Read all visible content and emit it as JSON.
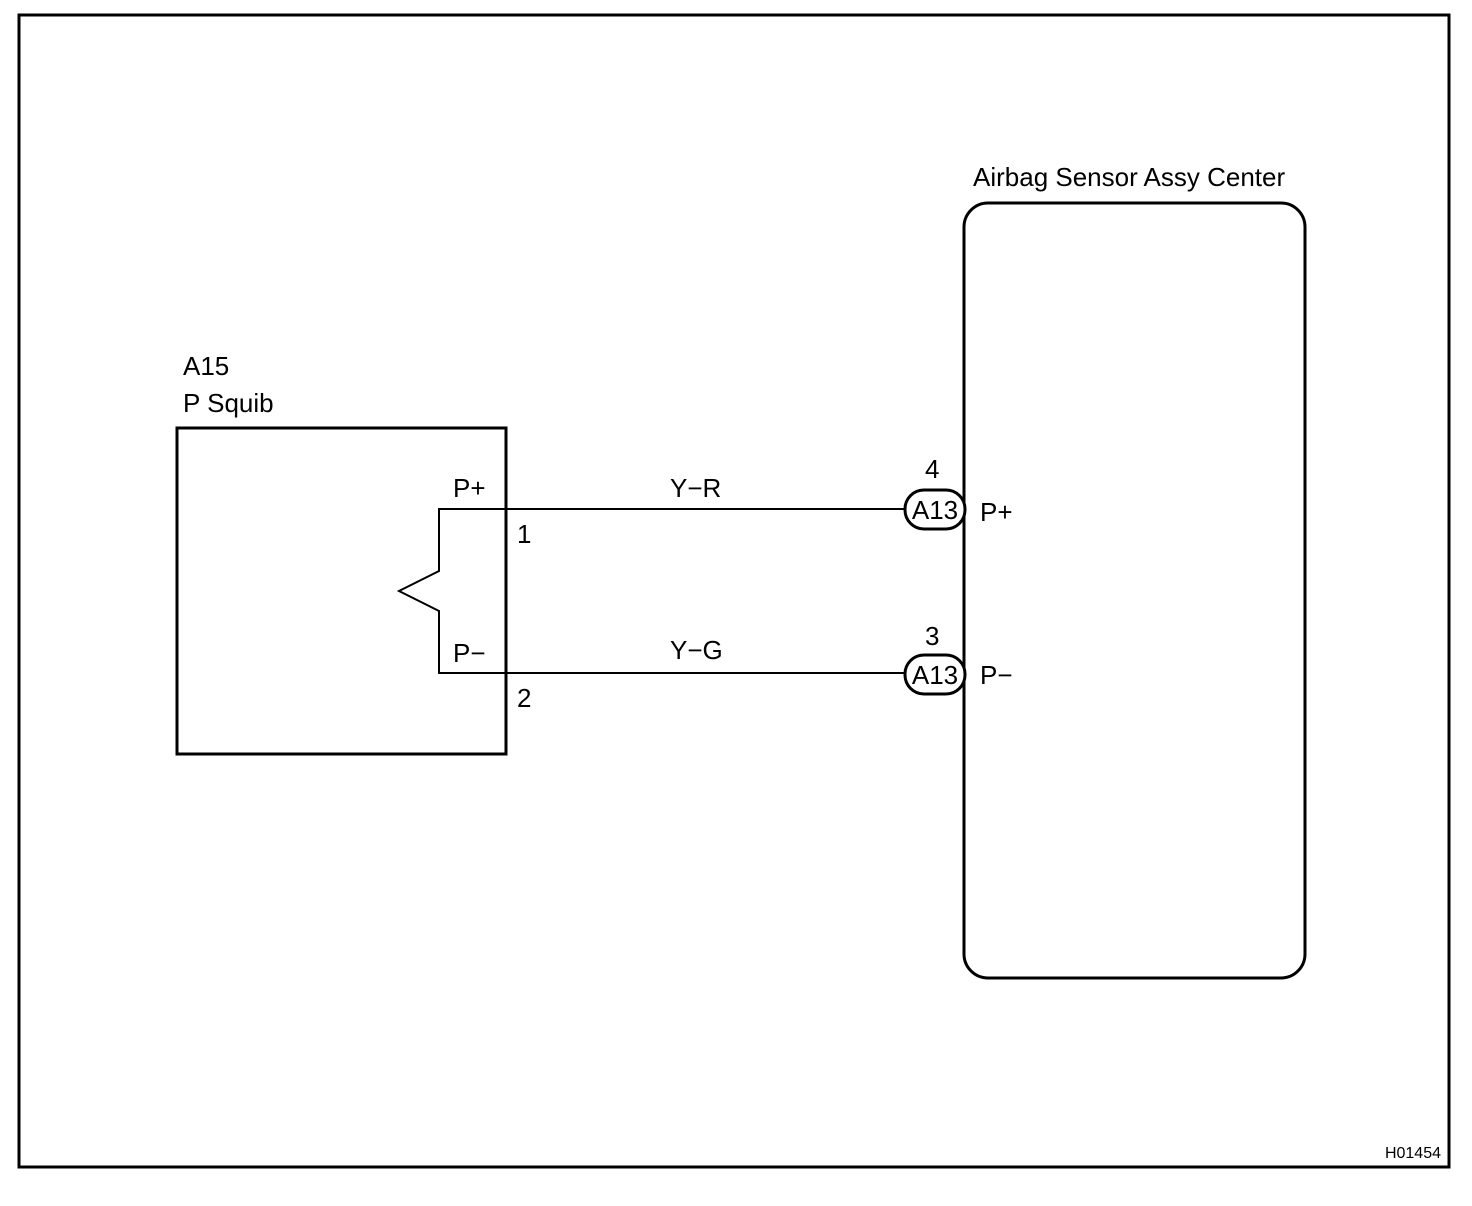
{
  "diagram": {
    "left_component": {
      "code": "A15",
      "name": "P Squib",
      "pins": [
        {
          "label": "P+",
          "number": "1"
        },
        {
          "label": "P−",
          "number": "2"
        }
      ]
    },
    "right_component": {
      "name": "Airbag Sensor Assy Center",
      "pins": [
        {
          "label": "P+",
          "connector": "A13",
          "number": "4"
        },
        {
          "label": "P−",
          "connector": "A13",
          "number": "3"
        }
      ]
    },
    "wires": [
      {
        "color_code": "Y−R"
      },
      {
        "color_code": "Y−G"
      }
    ],
    "figure_id": "H01454"
  }
}
